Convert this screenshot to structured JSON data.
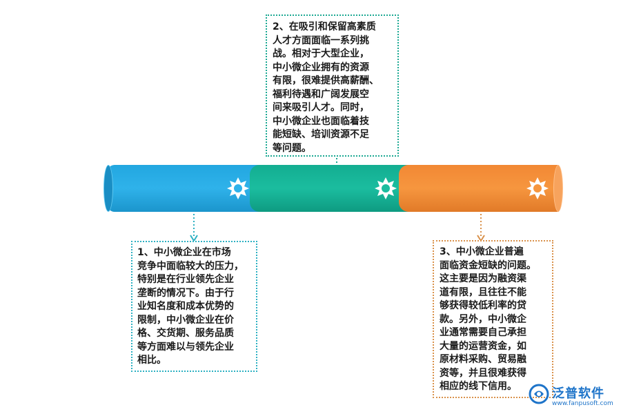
{
  "steps": [
    {
      "text": "1、中小微企业在市场\n竞争中面临较大的压力，\n特别是在行业领先企业\n垄断的情况下。由于行\n业知名度和成本优势的\n限制，中小微企业在价\n格、交货期、服务品质\n等方面难以与领先企业\n相比。",
      "color": "#2bb0c2"
    },
    {
      "text": "2、在吸引和保留高素质\n人才方面面临一系列挑\n战。相对于大型企业，\n中小微企业拥有的资源\n有限，很难提供高薪酬、\n福利待遇和广阔发展空\n间来吸引人才。同时，\n中小微企业也面临着技\n能短缺、培训资源不足\n等问题。",
      "color": "#1aa892"
    },
    {
      "text": "3、中小微企业普遍\n面临资金短缺的问题。\n这主要是因为融资渠\n道有限，且往往不能\n够获得较低利率的贷\n款。另外，中小微企\n业通常需要自己承担\n大量的运营资金，如\n原材料采购、贸易融\n资等，并且很难获得\n相应的线下信用。",
      "color": "#d9914a"
    }
  ],
  "tube_colors": [
    "#2fb2ea",
    "#1bbd9f",
    "#f6963f"
  ],
  "logo": {
    "icon": "fanpu-logo-icon",
    "name": "泛普软件",
    "url": "www.fanpusoft.com"
  }
}
